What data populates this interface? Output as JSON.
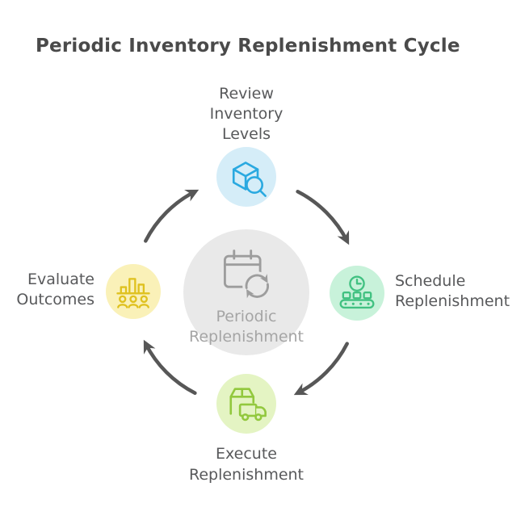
{
  "title": "Periodic Inventory Replenishment Cycle",
  "center_hub": {
    "icon": "calendar-refresh-icon",
    "label_lines": [
      "Periodic",
      "Replenishment"
    ]
  },
  "nodes": [
    {
      "id": "review-inventory-levels",
      "position": "top",
      "icon": "cube-magnifier-icon",
      "label_lines": [
        "Review",
        "Inventory",
        "Levels"
      ]
    },
    {
      "id": "schedule-replenishment",
      "position": "right",
      "icon": "clock-conveyor-icon",
      "label_lines": [
        "Schedule",
        "Replenishment"
      ]
    },
    {
      "id": "execute-replenishment",
      "position": "bottom",
      "icon": "package-truck-icon",
      "label_lines": [
        "Execute",
        "Replenishment"
      ]
    },
    {
      "id": "evaluate-outcomes",
      "position": "left",
      "icon": "barchart-people-icon",
      "label_lines": [
        "Evaluate",
        "Outcomes"
      ]
    }
  ],
  "flow": {
    "type": "cycle",
    "direction": "clockwise",
    "sequence": [
      "Review Inventory Levels",
      "Schedule Replenishment",
      "Execute Replenishment",
      "Evaluate Outcomes"
    ]
  },
  "colors": {
    "background": "#ffffff",
    "title_text": "#4a4a4a",
    "label_text": "#58595b",
    "arrow": "#575757",
    "center_bg": "#e9e9e9",
    "center_icon": "#9d9d9d",
    "center_text": "#a5a5a5",
    "review_bg": "#d5edf8",
    "review_icon": "#2aa9e0",
    "schedule_bg": "#c8f2da",
    "schedule_icon": "#41c181",
    "execute_bg": "#e4f4c3",
    "execute_icon": "#92c83e",
    "evaluate_bg": "#faf1b8",
    "evaluate_icon": "#dfc11f"
  }
}
